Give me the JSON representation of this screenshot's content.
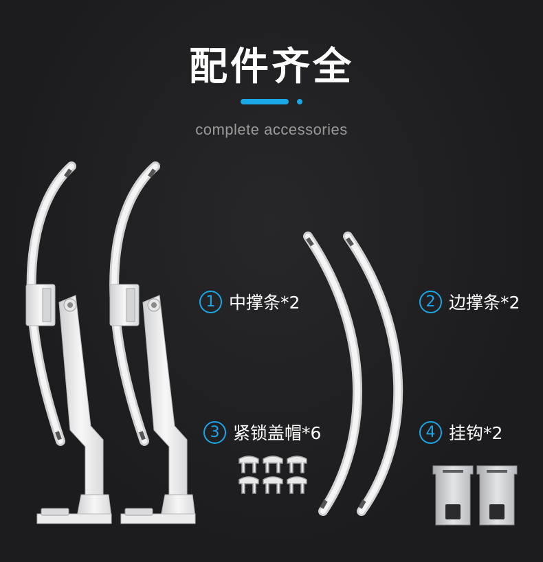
{
  "header": {
    "title": "配件齐全",
    "subtitle": "complete accessories",
    "accent_color": "#1aa7e8"
  },
  "items": [
    {
      "number": "1",
      "name": "中撑条*2"
    },
    {
      "number": "2",
      "name": "边撑条*2"
    },
    {
      "number": "3",
      "name": "紧锁盖帽*6"
    },
    {
      "number": "4",
      "name": "挂钩*2"
    }
  ]
}
